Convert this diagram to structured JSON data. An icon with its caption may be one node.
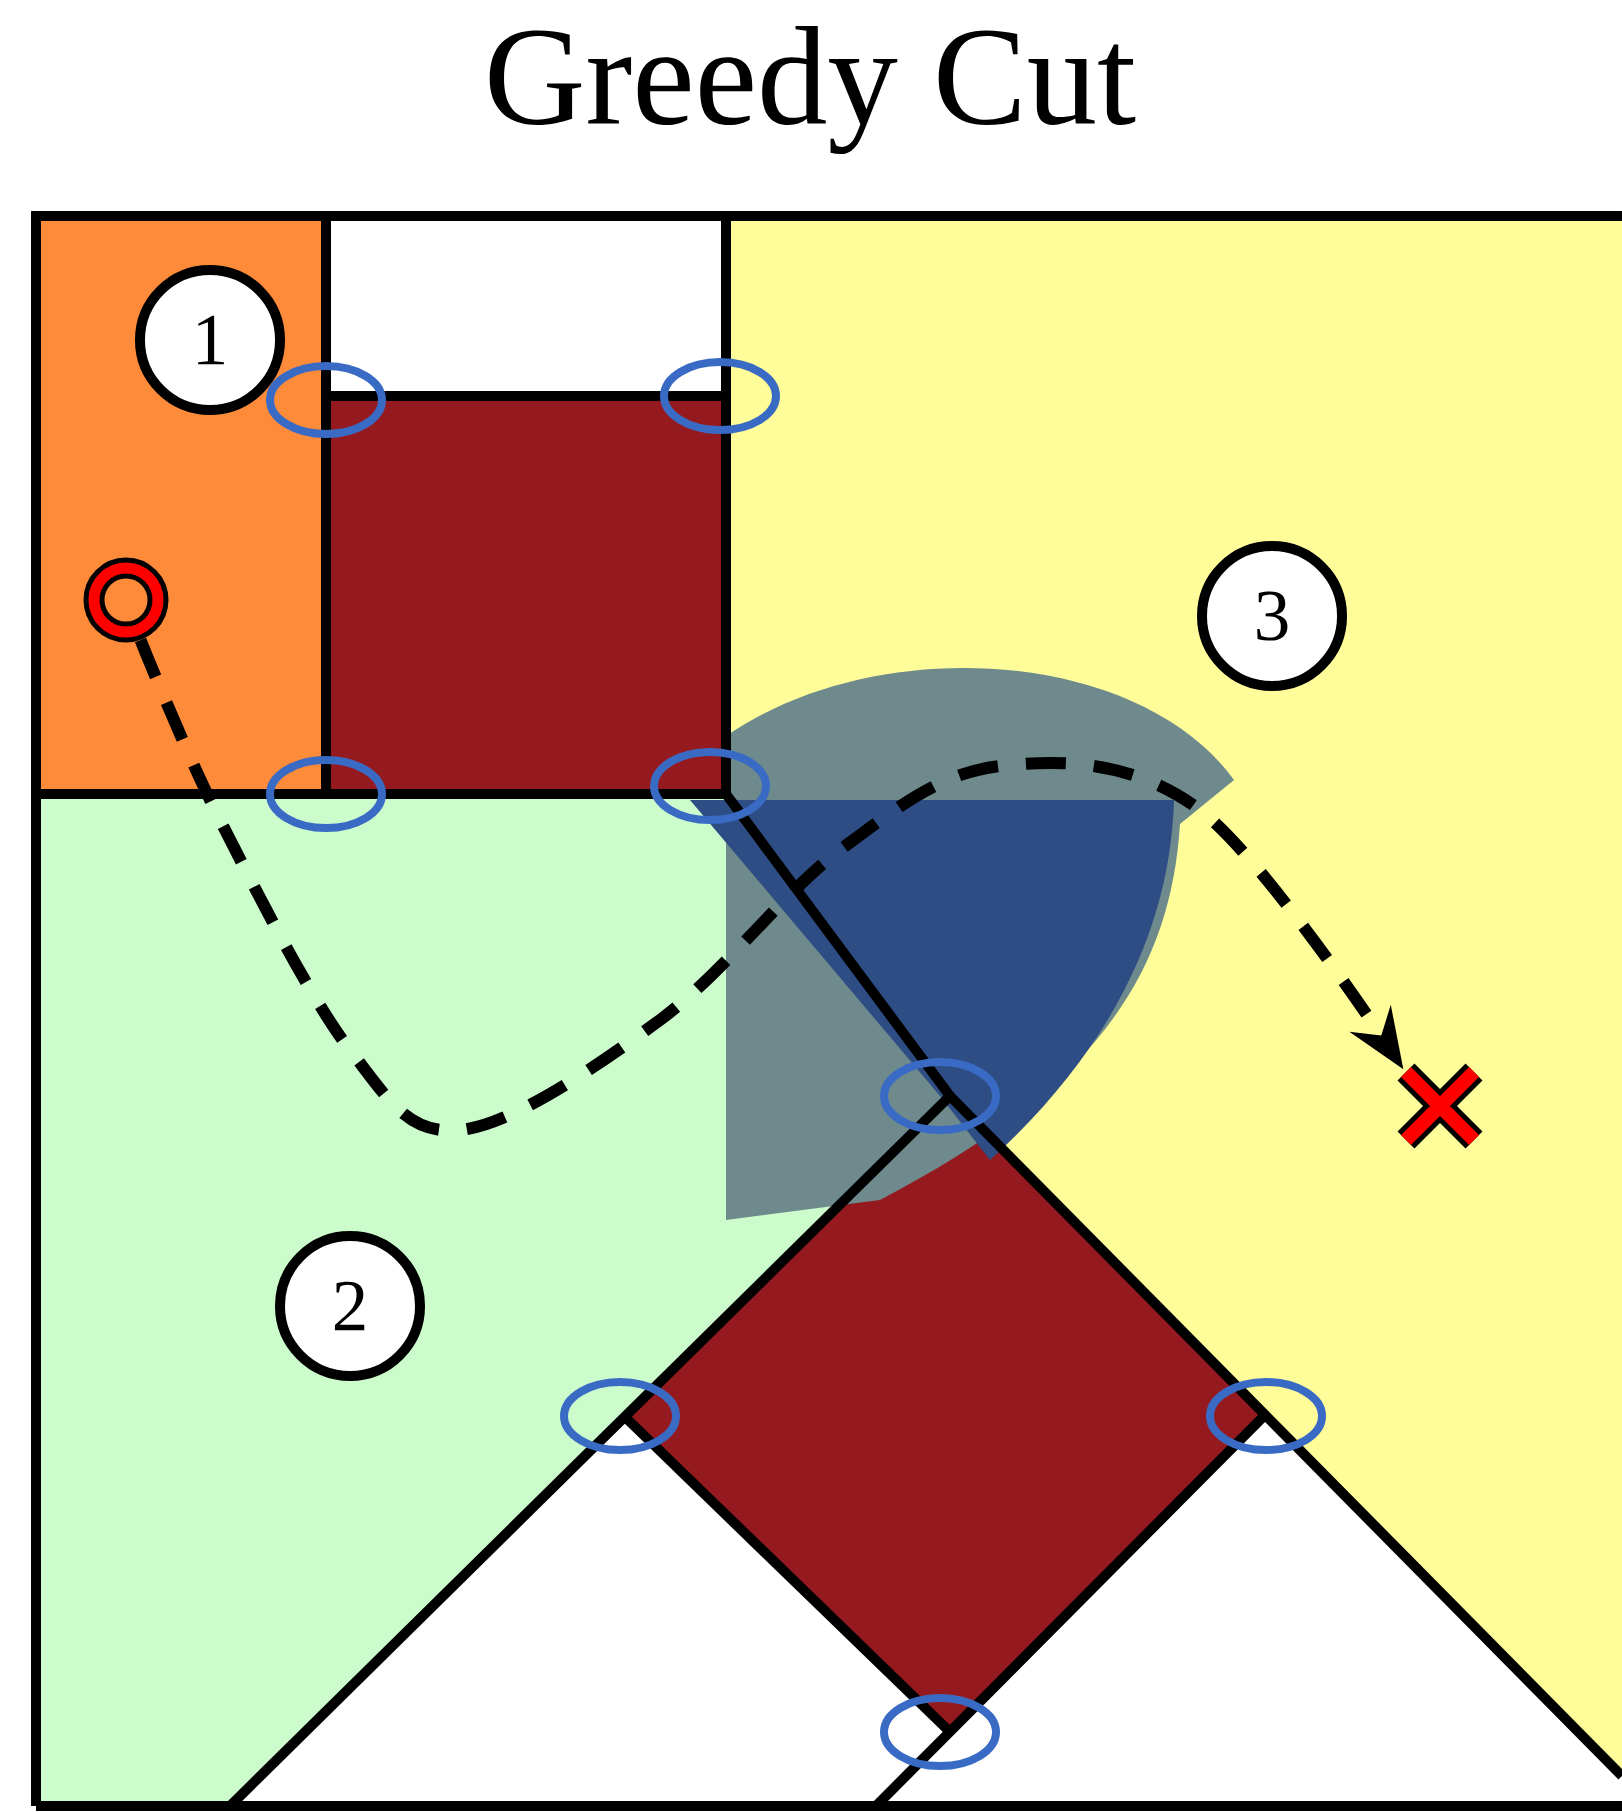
{
  "diagram": {
    "title": "Greedy Cut",
    "nodes": [
      {
        "text": [
          "1"
        ]
      },
      {
        "text": [],
        "shape": "circle"
      },
      {
        "text": [
          "3"
        ]
      },
      {
        "text": [],
        "shape": "cross"
      },
      {
        "text": [
          "2"
        ]
      }
    ],
    "edges": [
      {
        "from": 1,
        "to": 3,
        "arrow": "to",
        "style": "dashed"
      }
    ]
  }
}
